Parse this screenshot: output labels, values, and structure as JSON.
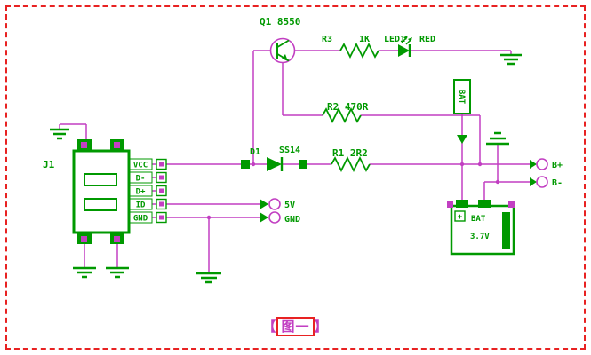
{
  "figure": {
    "caption_open": "【",
    "caption_text": "图一",
    "caption_close": "】"
  },
  "components": {
    "q1": {
      "label": "Q1 8550"
    },
    "r3": {
      "label": "R3",
      "value": "1K"
    },
    "led1": {
      "label": "LED1",
      "value": "RED"
    },
    "r2": {
      "label": "R2 470R"
    },
    "r1": {
      "label": "R1 2R2"
    },
    "d1": {
      "label": "D1",
      "value": "SS14"
    },
    "j1": {
      "label": "J1",
      "pins": [
        "VCC",
        "D-",
        "D+",
        "ID",
        "GND"
      ]
    },
    "bat_connector": {
      "label": "BAT"
    },
    "battery": {
      "label": "BAT",
      "value": "3.7V",
      "polarity": "+"
    },
    "testpoints": {
      "v5": "5V",
      "gnd": "GND"
    },
    "terminals": {
      "bplus": "B+",
      "bminus": "B-"
    }
  },
  "colors": {
    "wire": "#c23fc2",
    "component": "#009900",
    "border_dashed": "#e82222",
    "caption": "#c23fc2",
    "caption_box": "#e82222",
    "background": "#ffffff"
  }
}
